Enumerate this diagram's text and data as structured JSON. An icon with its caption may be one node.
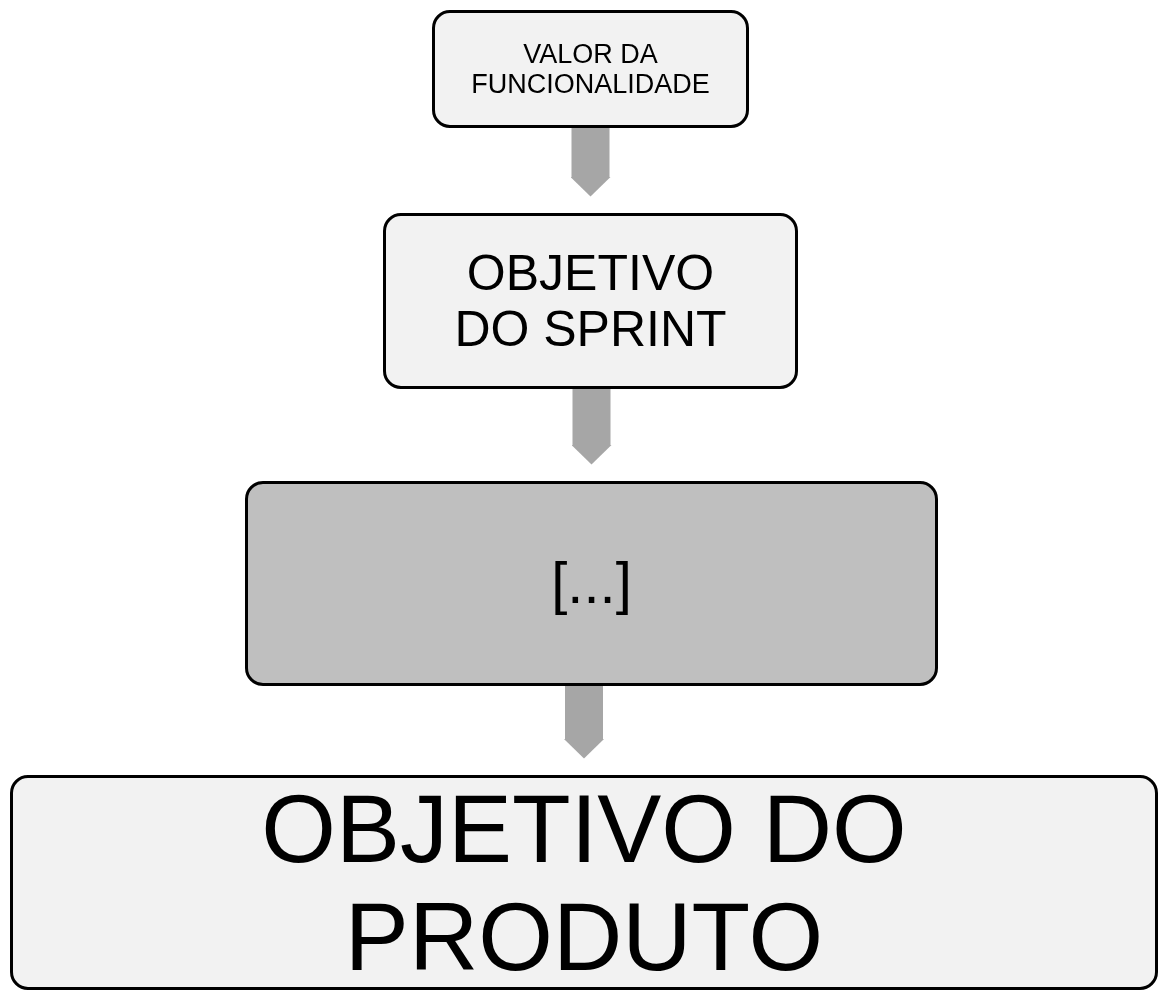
{
  "diagram": {
    "nodes": [
      {
        "text": [
          "VALOR DA FUNCIONALIDADE"
        ]
      },
      {
        "text": [
          "OBJETIVO DO SPRINT"
        ]
      },
      {
        "text": [
          "[...]"
        ]
      },
      {
        "text": [
          "OBJETIVO DO PRODUTO"
        ]
      }
    ],
    "edges": [
      {
        "from": 0,
        "to": 1,
        "arrow": "to"
      },
      {
        "from": 1,
        "to": 2,
        "arrow": "to"
      },
      {
        "from": 2,
        "to": 3,
        "arrow": "to"
      }
    ]
  }
}
